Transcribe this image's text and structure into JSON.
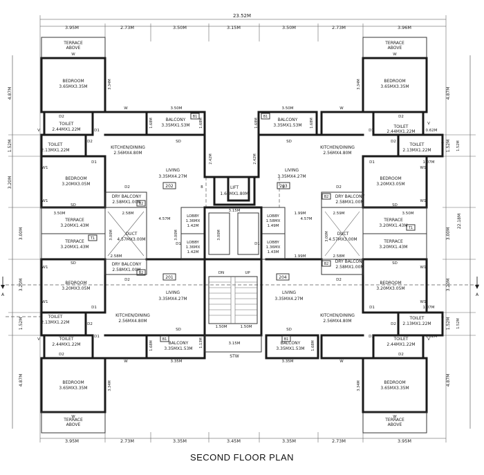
{
  "title": "SECOND FLOOR PLAN",
  "dims": {
    "total": "23.52M",
    "top": [
      "3.95M",
      "2.73M",
      "3.50M",
      "3.15M",
      "3.50M",
      "2.73M",
      "3.96M"
    ],
    "bottom": [
      "3.95M",
      "2.73M",
      "3.35M",
      "3.45M",
      "3.35M",
      "2.73M",
      "3.95M"
    ],
    "left": [
      "4.87M",
      "1.52M",
      "3.20M",
      "3.00M",
      "3.20M",
      "1.52M",
      "4.87M"
    ],
    "right": [
      "4.87M",
      "1.52M",
      "22.18M",
      "3.00M",
      "3.20M",
      "1.52M",
      "4.87M"
    ]
  },
  "labels": {
    "terrace_above": [
      "TERRACE",
      "ABOVE"
    ],
    "bedroom_big": [
      "BEDROOM",
      "3.65MX3.35M"
    ],
    "bedroom_small": [
      "BEDROOM",
      "3.20MX3.05M"
    ],
    "toilet_a": [
      "TOILET",
      "2.44MX1.22M"
    ],
    "toilet_b": [
      "TOILET",
      "2.13MX1.22M"
    ],
    "kitchen": [
      "KITCHEN/DINING",
      "2.56MX4.80M"
    ],
    "living": [
      "LIVING",
      "3.35MX4.27M"
    ],
    "balcony": [
      "BALCONY",
      "3.35MX1.53M"
    ],
    "dry_balcony": [
      "DRY BALCONY",
      "2.58MX1.00M"
    ],
    "terrace": [
      "TERRACE",
      "3.20MX1.43M"
    ],
    "duct": [
      "DUCT",
      "4.57MX3.00M"
    ],
    "lobby_a": [
      "LOBBY",
      "1.36MX",
      "1.42M"
    ],
    "lobby_b": [
      "LOBBY",
      "1.36MX",
      "1.42M"
    ],
    "lobby_c": [
      "LOBBY",
      "1.58MX",
      "1.49M"
    ],
    "lobby_d": [
      "LOBBY",
      "1.36MX",
      "1.43M"
    ],
    "lift": [
      "LIFT",
      "1.60MX1.80M"
    ],
    "flats": [
      "202",
      "203",
      "201",
      "204"
    ],
    "codes": {
      "w": "W",
      "w1": "W1",
      "d1": "D1",
      "d2": "D2",
      "sd": "SD",
      "v": "V",
      "b1": "B1",
      "b2": "B2",
      "t1": "T1",
      "dn": "DN",
      "up": "UP",
      "stw": "STW",
      "b": "B",
      "a": "A"
    },
    "small_dims": {
      "d350": "3.50M",
      "d315": "3.15M",
      "d258": "2.58M",
      "d259": "2.59M",
      "d457": "4.57M",
      "d199": "1.99M",
      "d150": "1.50M",
      "d315b": "3.15M",
      "d335": "3.35M",
      "d300": "3.00M",
      "d168": "1.68M",
      "d242": "2.42M",
      "d334": "3.34M",
      "d107": "1.07M",
      "d062": "0.62M",
      "d113": "1.13M",
      "d152": "1.52M"
    }
  }
}
